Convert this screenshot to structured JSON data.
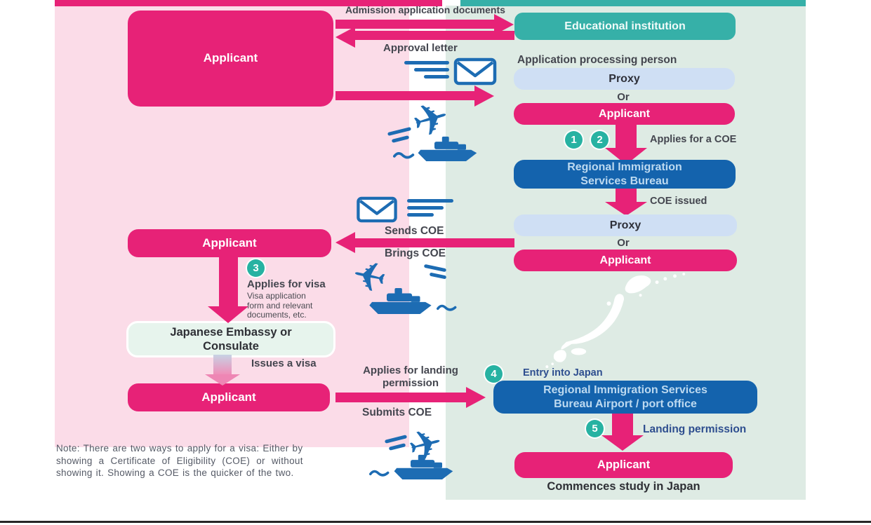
{
  "palette": {
    "pink": "#e72277",
    "pale_pink_bg": "#fbdce8",
    "green_bg": "#deebe4",
    "teal": "#36b0a8",
    "dark_blue": "#1463ad",
    "light_blue_box": "#cfdff4",
    "embassy_bg": "#e7f4ed",
    "icon_blue": "#1d6cb3",
    "label_dark": "#44464f",
    "label_blue": "#2e4e8f",
    "step_teal": "#27b2a2"
  },
  "boxes": {
    "applicant": "Applicant",
    "educational_institution": "Educational institution",
    "proxy": "Proxy",
    "regional_bureau": [
      "Regional Immigration",
      "Services Bureau"
    ],
    "embassy": [
      "Japanese Embassy or",
      "Consulate"
    ],
    "airport_office": [
      "Regional Immigration Services",
      "Bureau Airport / port office"
    ]
  },
  "labels": {
    "admission": "Admission application documents",
    "approval": "Approval letter",
    "processing_person": "Application processing person",
    "or": "Or",
    "applies_coe": "Applies for a COE",
    "coe_issued": "COE issued",
    "sends_coe": "Sends COE",
    "brings_coe": "Brings COE",
    "applies_visa": "Applies for visa",
    "visa_docs": [
      "Visa application",
      "form and relevant",
      "documents, etc."
    ],
    "issues_visa": "Issues a visa",
    "applies_landing": [
      "Applies for landing",
      "permission"
    ],
    "submits_coe": "Submits COE",
    "entry_japan": "Entry into Japan",
    "landing_permission": "Landing permission",
    "commences": "Commences study in Japan"
  },
  "steps": [
    "1",
    "2",
    "3",
    "4",
    "5"
  ],
  "icons": {
    "plane": "✈"
  },
  "note": {
    "line1": "Note: There are two ways to apply for a visa: Either by",
    "line2": "showing a Certificate of Eligibility (COE) or without",
    "line3": "showing it. Showing a COE is the quicker of the two."
  }
}
